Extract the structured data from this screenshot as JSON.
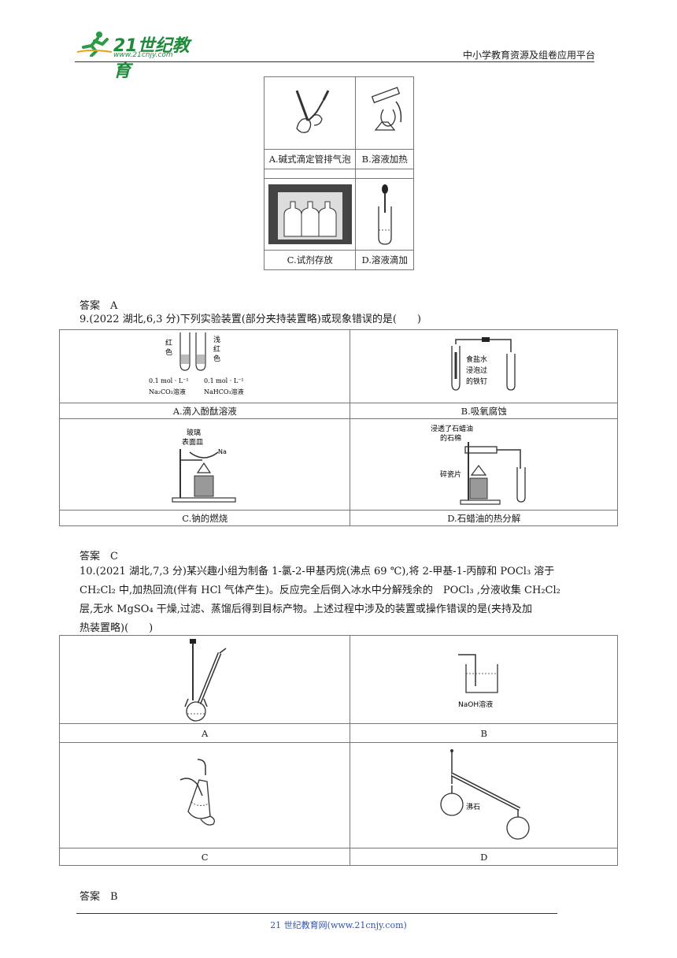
{
  "header": {
    "logo_text": "21世纪教育",
    "logo_url": "www.21cnjy.com",
    "right_text": "中小学教育资源及组卷应用平台"
  },
  "q8_table": {
    "a": "A.碱式滴定管排气泡",
    "b": "B.溶液加热",
    "c": "C.试剂存放",
    "d": "D.溶液滴加"
  },
  "answer8": "答案　A",
  "q9": {
    "stem": "9.(2022 湖北,6,3 分)下列实验装置(部分夹持装置略)或现象错误的是(　　)",
    "a_caption": "A.滴入酚酞溶液",
    "b_caption": "B.吸氧腐蚀",
    "c_caption": "C.钠的燃烧",
    "d_caption": "D.石蜡油的热分解",
    "a_labels": {
      "red": "红色",
      "light_red": "浅红色",
      "conc1": "0.1 mol · L⁻¹",
      "sol1": "Na₂CO₃溶液",
      "conc2": "0.1 mol · L⁻¹",
      "sol2": "NaHCO₃溶液"
    },
    "b_labels": {
      "l1": "食盐水",
      "l2": "浸泡过",
      "l3": "的铁钉"
    },
    "c_labels": {
      "l1": "玻璃",
      "l2": "表面皿",
      "na": "Na"
    },
    "d_labels": {
      "l1": "浸透了石蜡油",
      "l2": "的石棉",
      "l3": "碎瓷片"
    }
  },
  "answer9": "答案　C",
  "q10": {
    "line1": "10.(2021 湖北,7,3 分)某兴趣小组为制备 1-氯-2-甲基丙烷(沸点 69 ℃),将 2-甲基-1-丙醇和 POCl₃ 溶于",
    "line2": "CH₂Cl₂ 中,加热回流(伴有 HCl 气体产生)。反应完全后倒入冰水中分解残余的　POCl₃ ,分液收集 CH₂Cl₂",
    "line3": "层,无水 MgSO₄ 干燥,过滤、蒸馏后得到目标产物。上述过程中涉及的装置或操作错误的是(夹持及加",
    "line4": "热装置略)(　　)",
    "a": "A",
    "b": "B",
    "c": "C",
    "d": "D",
    "b_label": "NaOH溶液",
    "d_label": "沸石"
  },
  "answer10": "答案　B",
  "footer": "21 世纪教育网(www.21cnjy.com)"
}
